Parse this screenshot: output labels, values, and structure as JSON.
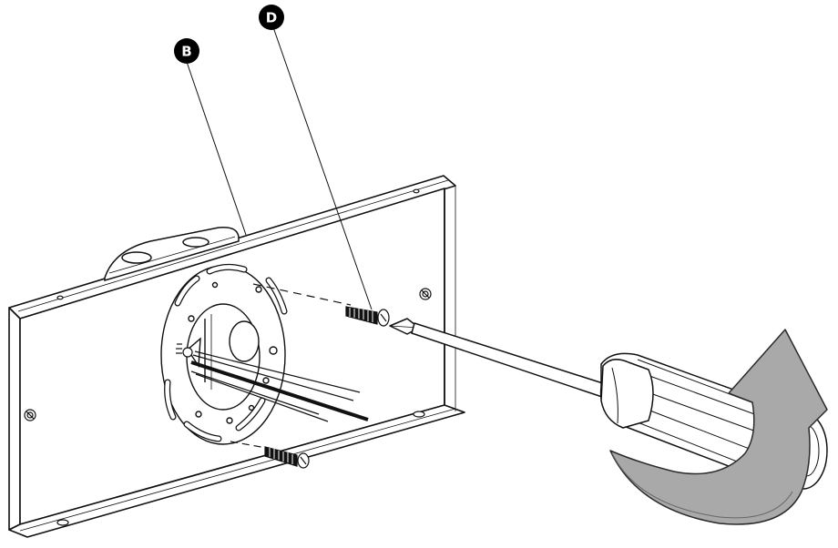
{
  "callouts": [
    {
      "id": "B",
      "label": "B"
    },
    {
      "id": "D",
      "label": "D"
    }
  ],
  "colors": {
    "line": "#111111",
    "paper": "#ffffff",
    "callout_fill": "#000000",
    "arrow_fill": "#a9a9a9",
    "arrow_edge": "#2a2a2a",
    "shade": "#d8d8d8"
  }
}
